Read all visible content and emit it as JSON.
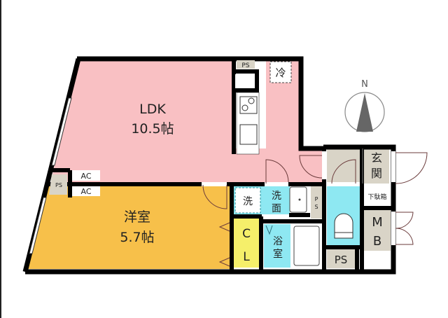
{
  "floor_plan": {
    "rooms": {
      "ldk": {
        "name": "LDK",
        "size": "10.5帖",
        "color": "#f9c0c3"
      },
      "western_room": {
        "name": "洋室",
        "size": "5.7帖",
        "color": "#f7c04a"
      },
      "closet": {
        "line1": "C",
        "line2": "L",
        "color": "#f5ef6a"
      },
      "washroom": {
        "line1": "洗",
        "line2": "面",
        "color": "#8ee8f2"
      },
      "washer": {
        "label": "洗"
      },
      "bathroom": {
        "line1": "浴",
        "line2": "室",
        "color": "#8ee8f2"
      },
      "toilet": {
        "color": "#8ee8f2"
      },
      "entrance": {
        "line1": "玄",
        "line2": "関",
        "color": "#d9d4c7"
      },
      "shoe_box": {
        "label": "下駄箱"
      },
      "meter_box": {
        "line1": "M",
        "line2": "B",
        "color": "#d9d4c7"
      },
      "refrigerator": {
        "label": "冷"
      }
    },
    "labels": {
      "ps_top": "PS",
      "ps_left": "PS",
      "ps_bottom": "PS",
      "ps_vertical_1": "P",
      "ps_vertical_2": "S",
      "ac_upper": "AC",
      "ac_lower": "AC"
    },
    "compass": {
      "label": "N"
    },
    "colors": {
      "wall": "#000000",
      "storage_gray": "#d9d4c7",
      "door_line": "#6b3b3b"
    }
  }
}
